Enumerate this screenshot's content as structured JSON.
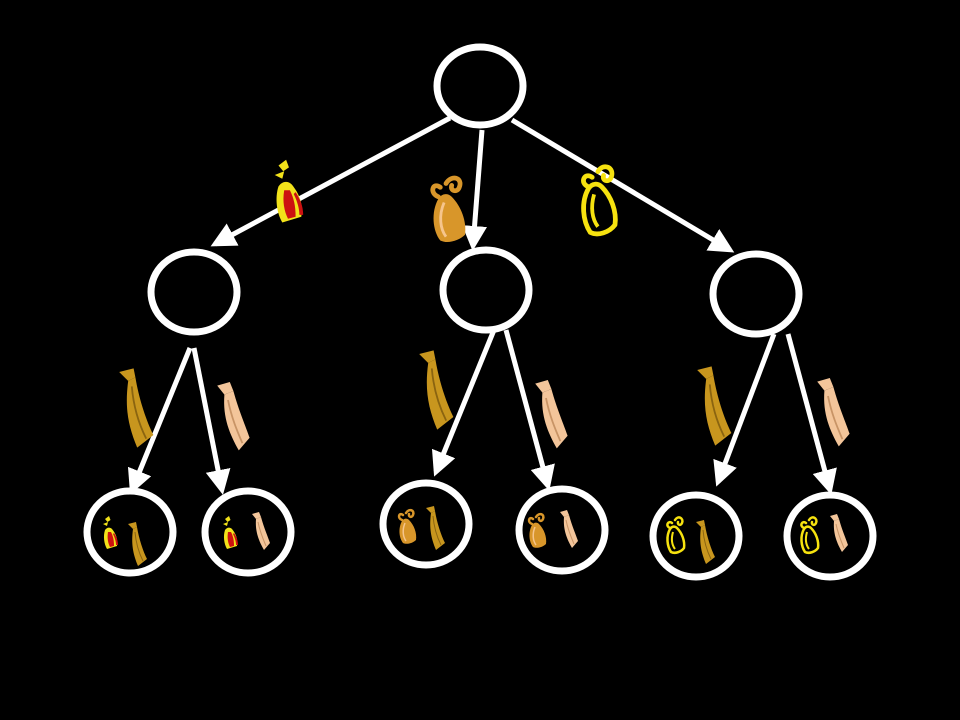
{
  "colors": {
    "background": "#000000",
    "node_stroke": "#ffffff",
    "edge": "#ffffff",
    "bowtie_red": "#cc1111",
    "bowtie_yellow": "#f2e21a",
    "bowtie_tan": "#d8962a",
    "bowtie_gold": "#f6e20f",
    "tie_dark_gold": "#c8961e",
    "tie_peach": "#f3c59a"
  },
  "tree": {
    "root": {
      "name": "root-node"
    },
    "level1": [
      {
        "name": "node-left",
        "bowtie": "red-bowtie-icon"
      },
      {
        "name": "node-middle",
        "bowtie": "tan-bowtie-icon"
      },
      {
        "name": "node-right",
        "bowtie": "yellow-bowtie-icon"
      }
    ],
    "level2": [
      {
        "name": "leaf-1",
        "parent": 0,
        "bowtie": "red-bowtie-icon",
        "tie": "dark-gold-necktie-icon"
      },
      {
        "name": "leaf-2",
        "parent": 0,
        "bowtie": "red-bowtie-icon",
        "tie": "peach-necktie-icon"
      },
      {
        "name": "leaf-3",
        "parent": 1,
        "bowtie": "tan-bowtie-icon",
        "tie": "dark-gold-necktie-icon"
      },
      {
        "name": "leaf-4",
        "parent": 1,
        "bowtie": "tan-bowtie-icon",
        "tie": "peach-necktie-icon"
      },
      {
        "name": "leaf-5",
        "parent": 2,
        "bowtie": "yellow-bowtie-icon",
        "tie": "dark-gold-necktie-icon"
      },
      {
        "name": "leaf-6",
        "parent": 2,
        "bowtie": "yellow-bowtie-icon",
        "tie": "peach-necktie-icon"
      }
    ],
    "edge_icons_level2": [
      "dark-gold-necktie-icon",
      "peach-necktie-icon"
    ]
  }
}
